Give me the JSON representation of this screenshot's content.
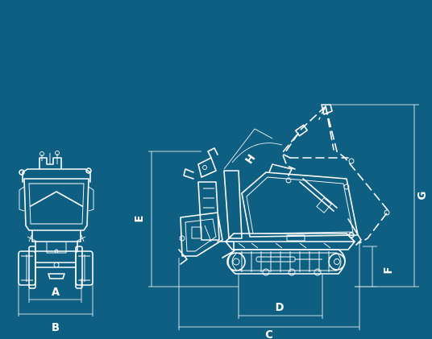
{
  "colors": {
    "background": "#0f5f82",
    "line": "#ffffff"
  },
  "dimension_labels": {
    "a": "A",
    "b": "B",
    "c": "C",
    "d": "D",
    "e": "E",
    "f": "F",
    "g": "G",
    "h": "H"
  }
}
